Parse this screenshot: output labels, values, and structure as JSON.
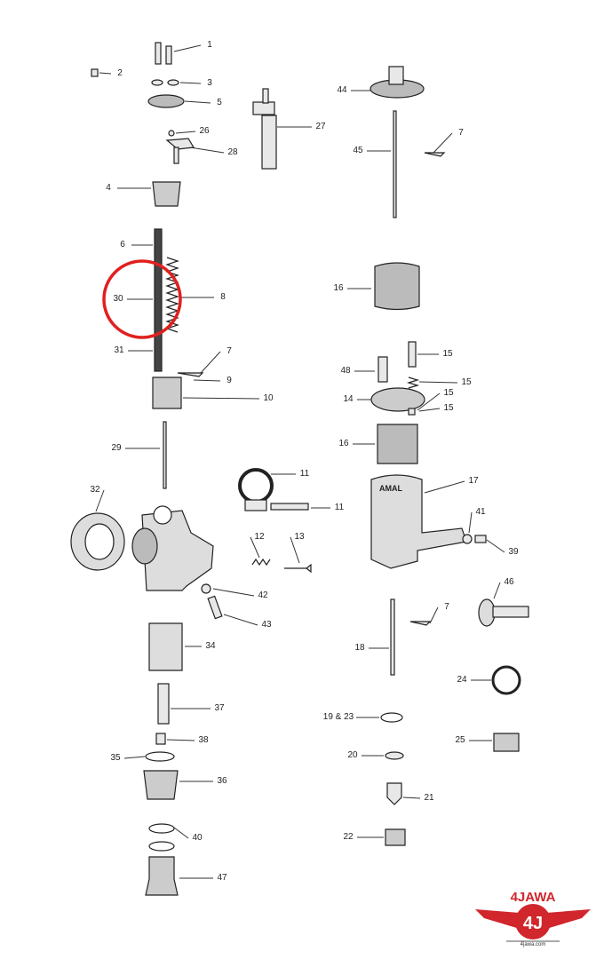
{
  "diagram": {
    "title": "Amal carburettor exploded parts diagram",
    "labels": [
      "1",
      "2",
      "3",
      "5",
      "26",
      "28",
      "4",
      "27",
      "44",
      "45",
      "7",
      "6",
      "30",
      "8",
      "16",
      "31",
      "7",
      "9",
      "10",
      "48",
      "15",
      "15",
      "15",
      "15",
      "14",
      "16",
      "29",
      "11",
      "11",
      "17",
      "32",
      "41",
      "39",
      "12",
      "13",
      "42",
      "46",
      "7",
      "43",
      "34",
      "18",
      "24",
      "37",
      "19 & 23",
      "38",
      "25",
      "35",
      "20",
      "36",
      "21",
      "40",
      "22",
      "47"
    ],
    "float_chamber_text": "AMAL",
    "highlighted_part": "30",
    "highlight_color": "#e0201f"
  },
  "logo": {
    "title": "4JAWA",
    "emblem": "4J",
    "url": "4jawa.com",
    "color": "#d0262c"
  }
}
